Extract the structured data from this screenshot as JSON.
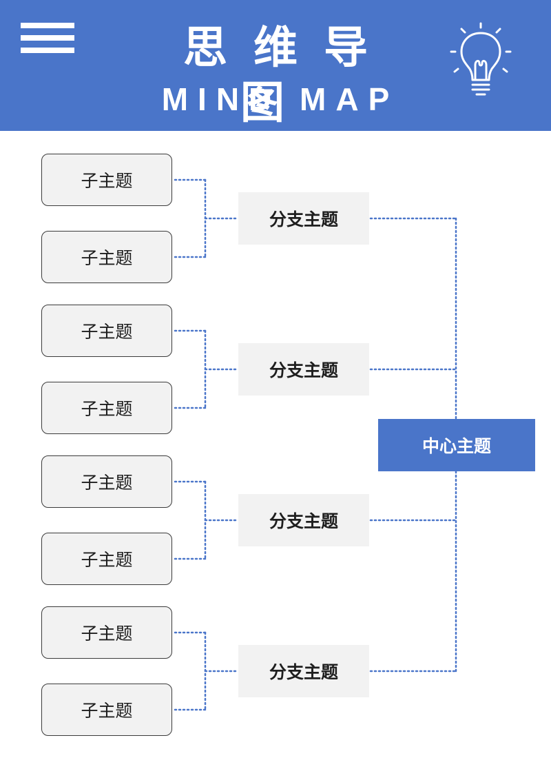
{
  "header": {
    "title_cn": "思维导图",
    "title_en": "MIND MAP",
    "menu_icon": "hamburger-menu-icon",
    "bulb_icon": "lightbulb-icon"
  },
  "colors": {
    "brand_blue": "#4a75c9",
    "node_fill": "#f2f2f2",
    "connector": "#4a75c9"
  },
  "mindmap": {
    "center": "中心主题",
    "branches": [
      {
        "label": "分支主题",
        "children": [
          "子主题",
          "子主题"
        ]
      },
      {
        "label": "分支主题",
        "children": [
          "子主题",
          "子主题"
        ]
      },
      {
        "label": "分支主题",
        "children": [
          "子主题",
          "子主题"
        ]
      },
      {
        "label": "分支主题",
        "children": [
          "子主题",
          "子主题"
        ]
      }
    ]
  }
}
